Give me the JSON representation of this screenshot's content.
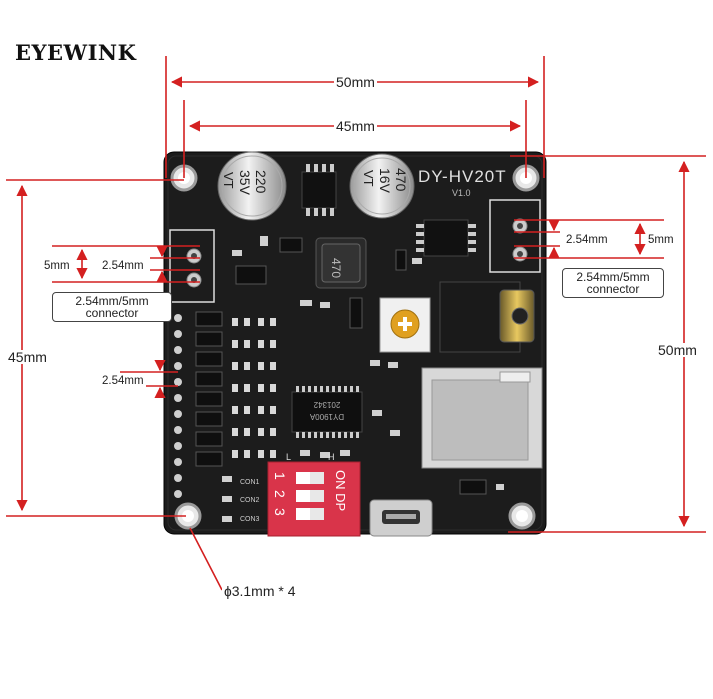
{
  "brand": "EYEWINK",
  "board": {
    "model_label": "DY-HV20T",
    "version_label": "V1.0",
    "cap_left": {
      "value": "220",
      "voltage": "35V",
      "mark": "VT"
    },
    "cap_right": {
      "value": "470",
      "voltage": "16V",
      "mark": "VT"
    },
    "inductor_label": "470",
    "chip_label_1": "DY1900A",
    "chip_label_2": "201342",
    "switch_on_label": "ON DP",
    "switch_numbers": [
      "1",
      "2",
      "3"
    ],
    "switch_level_labels": [
      "L",
      "H"
    ],
    "con_labels": [
      "CON1",
      "CON2",
      "CON3"
    ]
  },
  "dimensions": {
    "top_outer": "50mm",
    "top_inner": "45mm",
    "left_height": "45mm",
    "right_height": "50mm",
    "left_conn_5mm": "5mm",
    "left_conn_254": "2.54mm",
    "left_conn_box_line1": "2.54mm/5mm",
    "left_conn_box_line2": "connector",
    "right_conn_254": "2.54mm",
    "right_conn_5mm": "5mm",
    "right_conn_box_line1": "2.54mm/5mm",
    "right_conn_box_line2": "connector",
    "pin_pitch": "2.54mm",
    "hole_label": "ɸ3.1mm * 4"
  },
  "colors": {
    "dimension_line": "#d42020",
    "board": "#1c1c1c",
    "switch": "#d9344a"
  }
}
